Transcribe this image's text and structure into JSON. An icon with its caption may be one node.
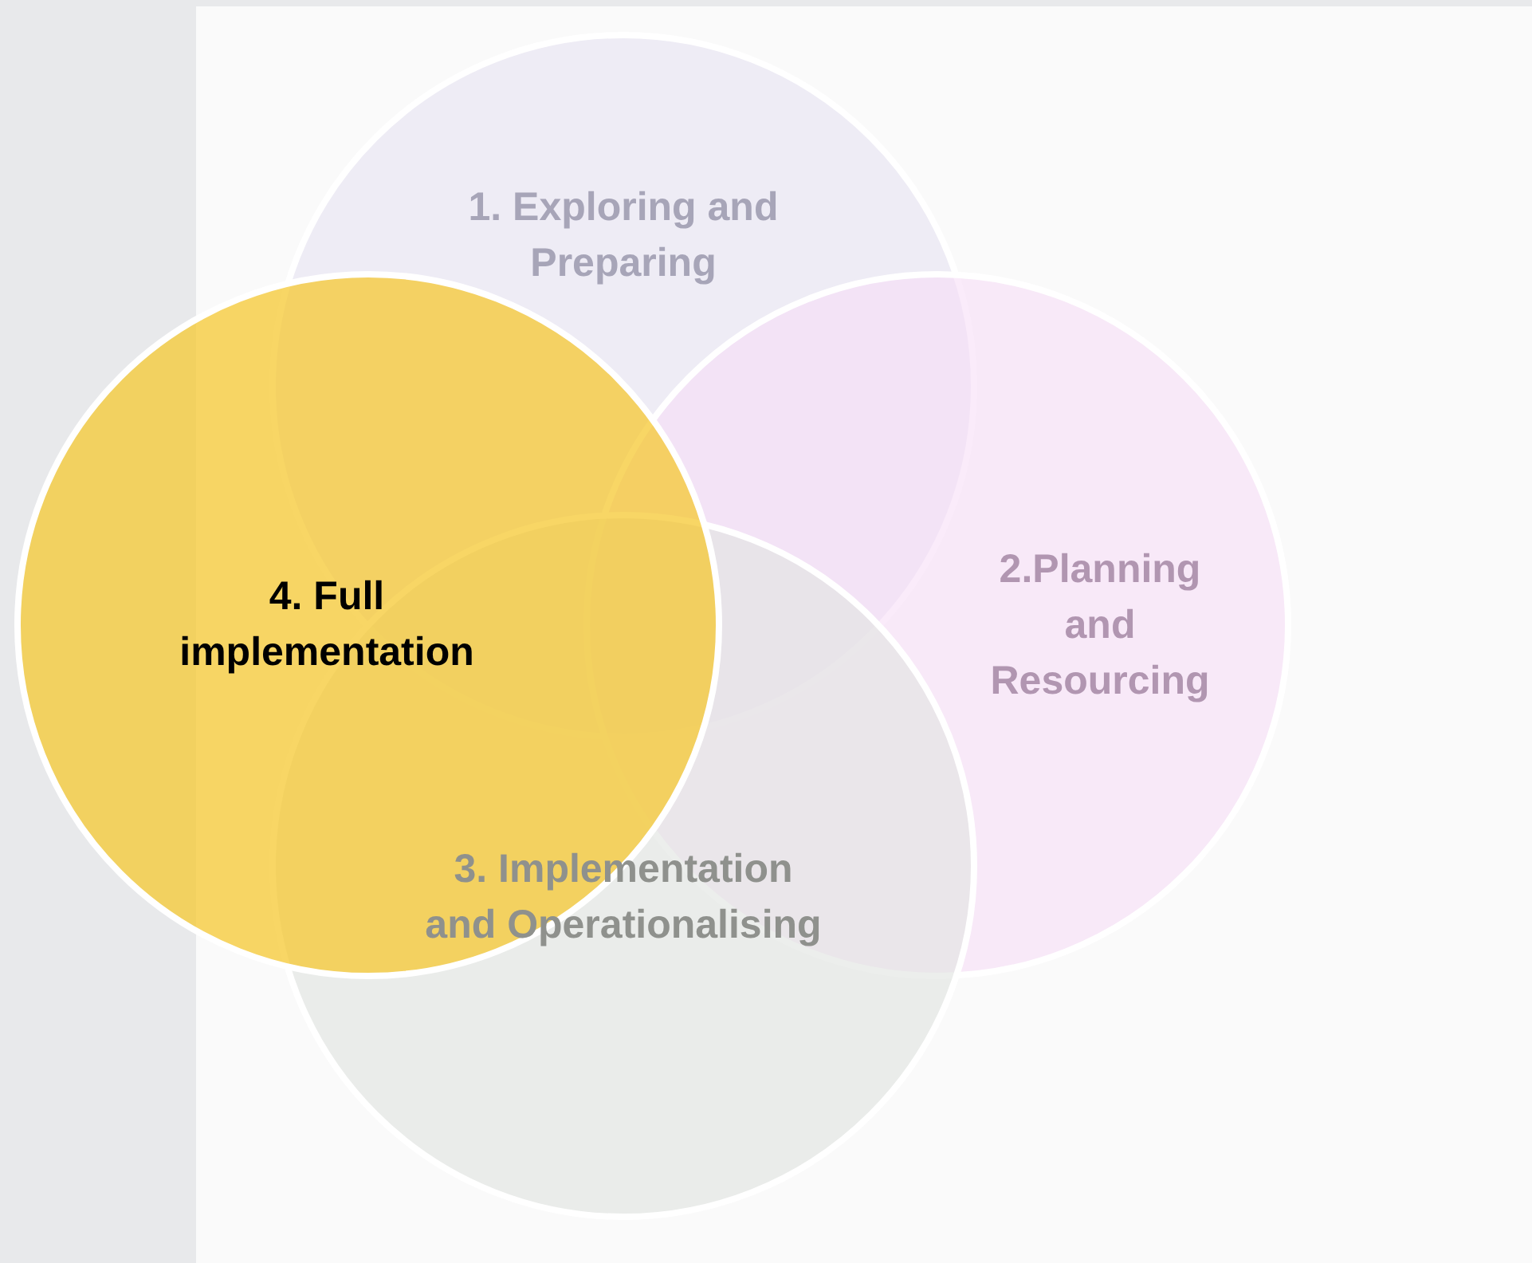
{
  "diagram": {
    "nodes": [
      {
        "text": [
          "1. Exploring and Preparing"
        ]
      },
      {
        "text": [
          "2.Planning and Resourcing"
        ]
      },
      {
        "text": [
          "3. Implementation and Operationalising"
        ]
      },
      {
        "text": [
          "4. Full implementation"
        ]
      }
    ]
  }
}
